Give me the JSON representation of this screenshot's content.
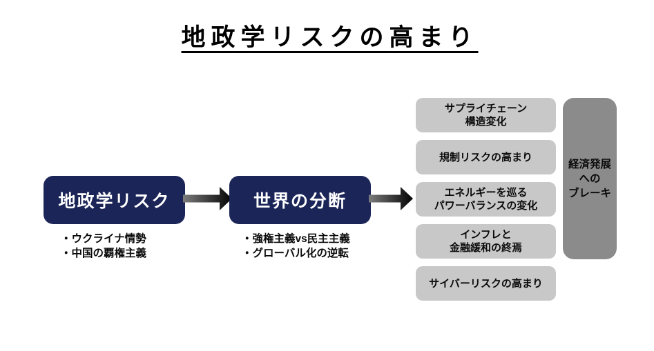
{
  "title": {
    "text": "地政学リスクの高まり"
  },
  "flow": {
    "nodes": [
      {
        "id": "geopolitical-risk",
        "label": "地政学リスク",
        "bullets": [
          "・ウクライナ情勢",
          "・中国の覇権主義"
        ]
      },
      {
        "id": "world-division",
        "label": "世界の分断",
        "bullets": [
          "・強権主義vs民主主義",
          "・グローバル化の逆転"
        ]
      }
    ],
    "arrows": [
      "arrow-geopolitical-to-division",
      "arrow-division-to-outcomes"
    ]
  },
  "outcomes": [
    {
      "lines": [
        "サプライチェーン",
        "構造変化"
      ]
    },
    {
      "lines": [
        "規制リスクの高まり"
      ]
    },
    {
      "lines": [
        "エネルギーを巡る",
        "パワーバランスの変化"
      ]
    },
    {
      "lines": [
        "インフレと",
        "金融緩和の終焉"
      ]
    },
    {
      "lines": [
        "サイバーリスクの高まり"
      ]
    }
  ],
  "result": {
    "lines": [
      "経済発展",
      "への",
      "ブレーキ"
    ]
  },
  "colors": {
    "background": "#ffffff",
    "node_navy": "#1b2557",
    "outcome_gray": "#c8c8c8",
    "result_gray": "#8b8b8b",
    "arrow_gradient_start": "#7c7c7c",
    "arrow_gradient_end": "#030303",
    "text_black": "#0a0a0a",
    "node_text": "#ffffff"
  }
}
